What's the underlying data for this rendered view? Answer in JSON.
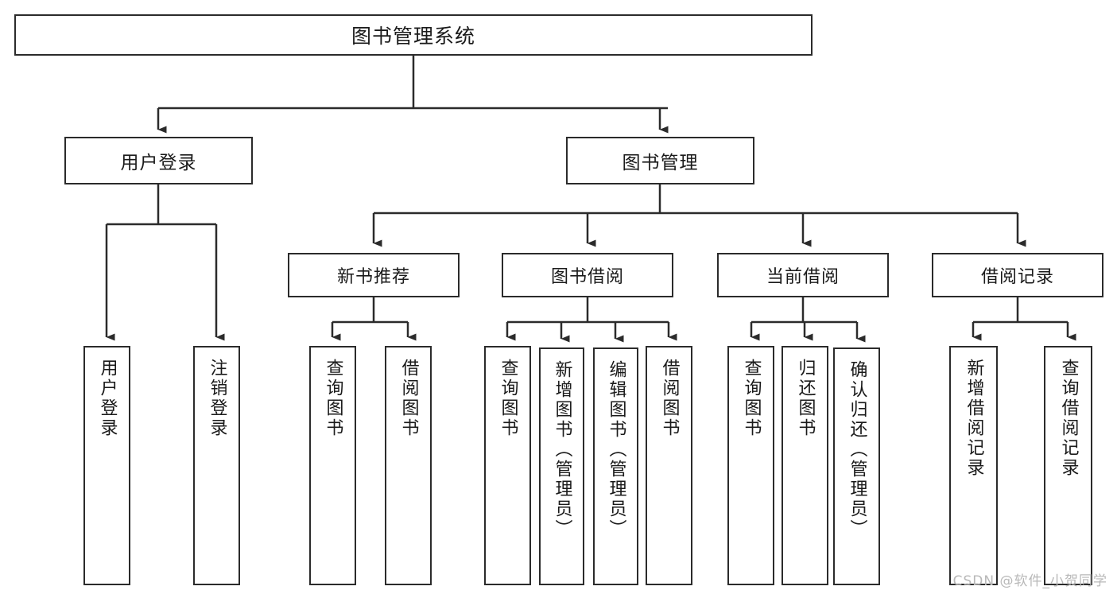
{
  "diagram": {
    "title": "图书管理系统",
    "watermark": "CSDN @软件_小贺同学",
    "line_color": "#2b2b2b",
    "box_fill": "#ffffff",
    "text_color": "#1a1a1a",
    "watermark_color": "#b8b8b8"
  },
  "nodes": {
    "root": {
      "label": "图书管理系统"
    },
    "user_login": {
      "label": "用户登录"
    },
    "book_manage": {
      "label": "图书管理"
    },
    "new_book_rec": {
      "label": "新书推荐"
    },
    "book_borrow": {
      "label": "图书借阅"
    },
    "current_borrow": {
      "label": "当前借阅"
    },
    "borrow_record": {
      "label": "借阅记录"
    },
    "leaf_user_login": {
      "label": "用户登录"
    },
    "leaf_logout": {
      "label": "注销登录"
    },
    "leaf_query_book_1": {
      "label": "查询图书"
    },
    "leaf_borrow_book_1": {
      "label": "借阅图书"
    },
    "leaf_query_book_2": {
      "label": "查询图书"
    },
    "leaf_add_book": {
      "label": "新增图书（管理员）"
    },
    "leaf_edit_book": {
      "label": "编辑图书（管理员）"
    },
    "leaf_borrow_book_2": {
      "label": "借阅图书"
    },
    "leaf_query_book_3": {
      "label": "查询图书"
    },
    "leaf_return_book": {
      "label": "归还图书"
    },
    "leaf_confirm_return": {
      "label": "确认归还（管理员）"
    },
    "leaf_add_record": {
      "label": "新增借阅记录"
    },
    "leaf_query_record": {
      "label": "查询借阅记录"
    }
  },
  "hierarchy": {
    "图书管理系统": {
      "用户登录": [
        "用户登录",
        "注销登录"
      ],
      "图书管理": {
        "新书推荐": [
          "查询图书",
          "借阅图书"
        ],
        "图书借阅": [
          "查询图书",
          "新增图书（管理员）",
          "编辑图书（管理员）",
          "借阅图书"
        ],
        "当前借阅": [
          "查询图书",
          "归还图书",
          "确认归还（管理员）"
        ],
        "借阅记录": [
          "新增借阅记录",
          "查询借阅记录"
        ]
      }
    }
  }
}
